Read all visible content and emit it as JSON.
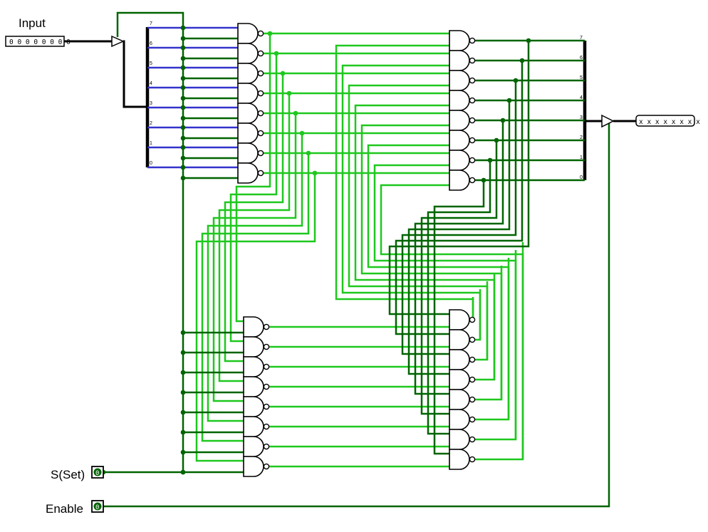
{
  "labels": {
    "input": "Input",
    "set": "S(Set)",
    "enable": "Enable"
  },
  "pins": {
    "input_value": "0 0 0 0 0 0 0 0",
    "output_value": "x x x x x x x x",
    "set_value": "0",
    "enable_value": "0"
  },
  "splitter_bits": [
    "7",
    "6",
    "5",
    "4",
    "3",
    "2",
    "1",
    "0"
  ],
  "colors": {
    "wire_dark": "#006400",
    "wire_bright": "#1ec81e",
    "wire_bus": "#3333cc",
    "bus": "#000000",
    "gate": "#000000"
  }
}
